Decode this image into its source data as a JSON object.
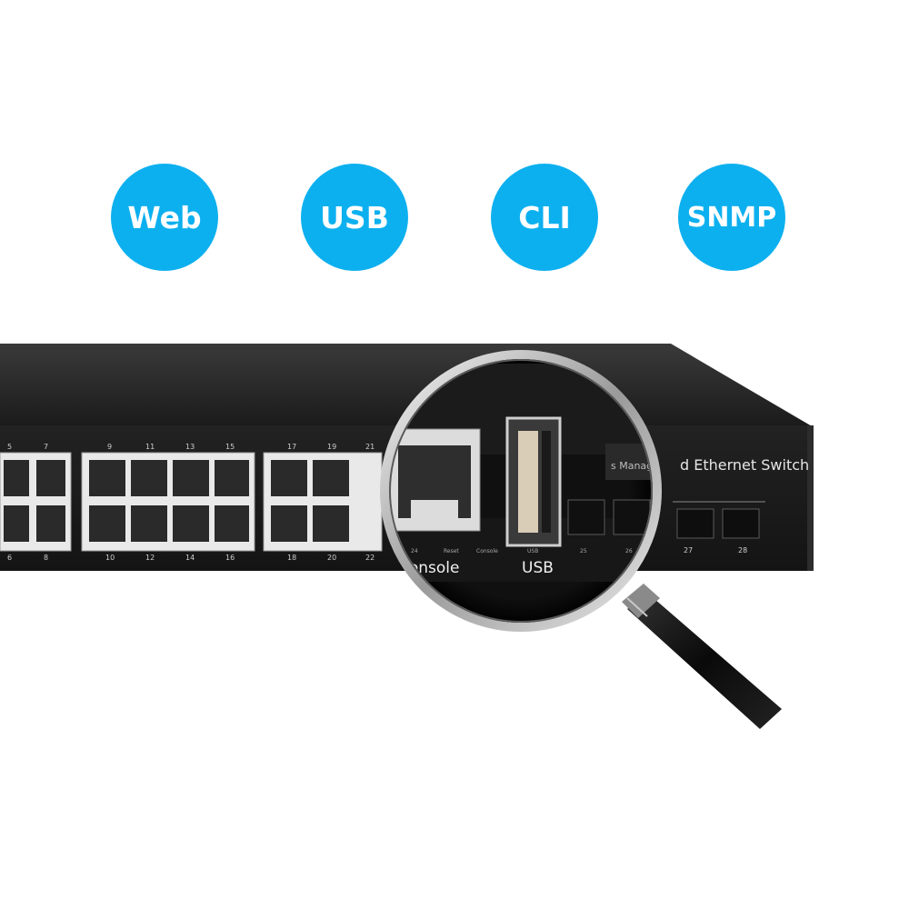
{
  "badges": [
    {
      "label": "Web"
    },
    {
      "label": "USB"
    },
    {
      "label": "CLI"
    },
    {
      "label": "SNMP"
    }
  ],
  "colors": {
    "badge": "#0db0ef",
    "chassis": "#1c1c1c",
    "port_block": "#e9e9e9"
  },
  "switch": {
    "product_label": "d Ethernet Switch",
    "product_label_obscured": "s Manage",
    "port_numbers_top": [
      "5",
      "7",
      "9",
      "11",
      "13",
      "15",
      "17",
      "19",
      "21"
    ],
    "port_numbers_bottom": [
      "6",
      "8",
      "10",
      "12",
      "14",
      "16",
      "18",
      "20",
      "22"
    ],
    "sfp_numbers": [
      "27",
      "28"
    ]
  },
  "magnifier": {
    "console_label": "Console",
    "usb_label": "USB",
    "small_labels": [
      "24",
      "Reset",
      "Console",
      "USB",
      "25",
      "26"
    ]
  },
  "icons": [
    "magnifying-glass-icon"
  ]
}
